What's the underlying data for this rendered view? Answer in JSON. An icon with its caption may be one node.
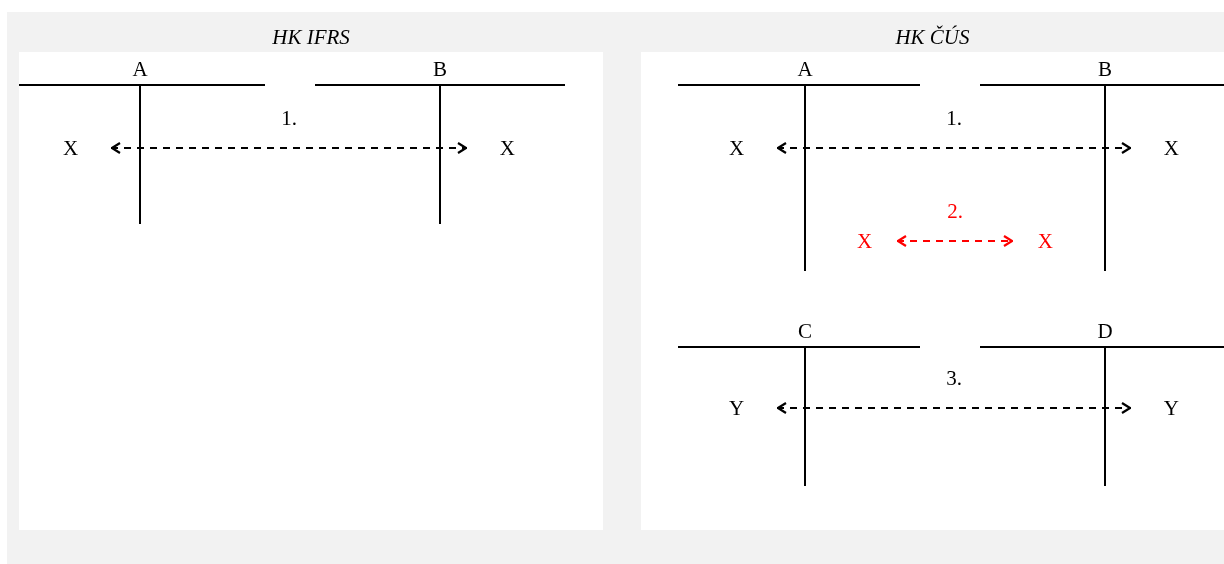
{
  "diagram": {
    "nodes": [
      {
        "text": [
          "HK IFRS"
        ]
      },
      {
        "text": [
          "A"
        ],
        "in": 0
      },
      {
        "text": [
          "B"
        ],
        "in": 0
      },
      {
        "text": [
          "X"
        ],
        "in": 0
      },
      {
        "text": [
          "X"
        ],
        "in": 0
      },
      {
        "text": [
          "HK ČÚS"
        ]
      },
      {
        "text": [
          "A"
        ],
        "in": 5
      },
      {
        "text": [
          "B"
        ],
        "in": 5
      },
      {
        "text": [
          "X"
        ],
        "in": 5
      },
      {
        "text": [
          "X"
        ],
        "in": 5
      },
      {
        "text": [
          "X"
        ],
        "in": 5
      },
      {
        "text": [
          "X"
        ],
        "in": 5
      },
      {
        "text": [
          "C"
        ],
        "in": 5
      },
      {
        "text": [
          "D"
        ],
        "in": 5
      },
      {
        "text": [
          "Y"
        ],
        "in": 5
      },
      {
        "text": [
          "Y"
        ],
        "in": 5
      }
    ],
    "edges": [
      {
        "from": 3,
        "to": 4,
        "arrow": "both",
        "label": "1.",
        "style": "dashed"
      },
      {
        "from": 8,
        "to": 9,
        "arrow": "both",
        "label": "1.",
        "style": "dashed"
      },
      {
        "from": 10,
        "to": 11,
        "arrow": "both",
        "label": "2.",
        "style": "dashed",
        "color": "#ff0000"
      },
      {
        "from": 14,
        "to": 15,
        "arrow": "both",
        "label": "3.",
        "style": "dashed"
      }
    ]
  }
}
